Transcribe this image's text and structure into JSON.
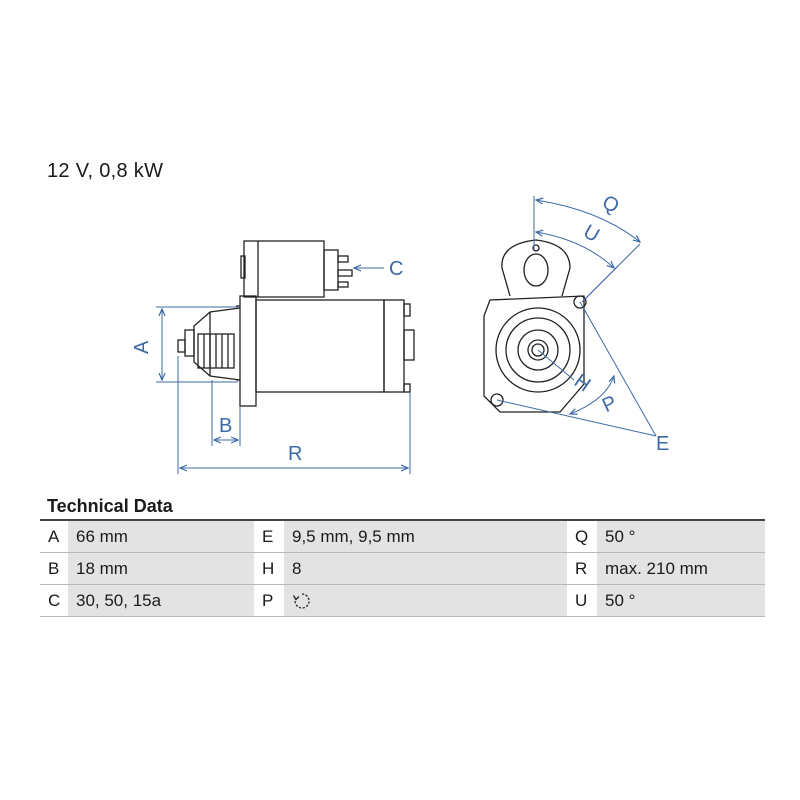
{
  "header": {
    "title": "12 V, 0,8 kW"
  },
  "drawing": {
    "dimension_labels": {
      "A": "A",
      "B": "B",
      "C": "C",
      "R": "R",
      "Q": "Q",
      "U": "U",
      "H": "H",
      "P": "P",
      "E": "E"
    },
    "line_color": "#3d6aa6"
  },
  "technical_data": {
    "title": "Technical Data",
    "rows": [
      [
        {
          "key": "A",
          "value": "66 mm"
        },
        {
          "key": "E",
          "value": "9,5 mm, 9,5 mm"
        },
        {
          "key": "Q",
          "value": "50 °"
        }
      ],
      [
        {
          "key": "B",
          "value": "18 mm"
        },
        {
          "key": "H",
          "value": "8"
        },
        {
          "key": "R",
          "value": "max. 210 mm"
        }
      ],
      [
        {
          "key": "C",
          "value": "30, 50, 15a"
        },
        {
          "key": "P",
          "value": ""
        },
        {
          "key": "U",
          "value": "50 °"
        }
      ]
    ],
    "rotation_icon": "clockwise-rotation-icon"
  }
}
